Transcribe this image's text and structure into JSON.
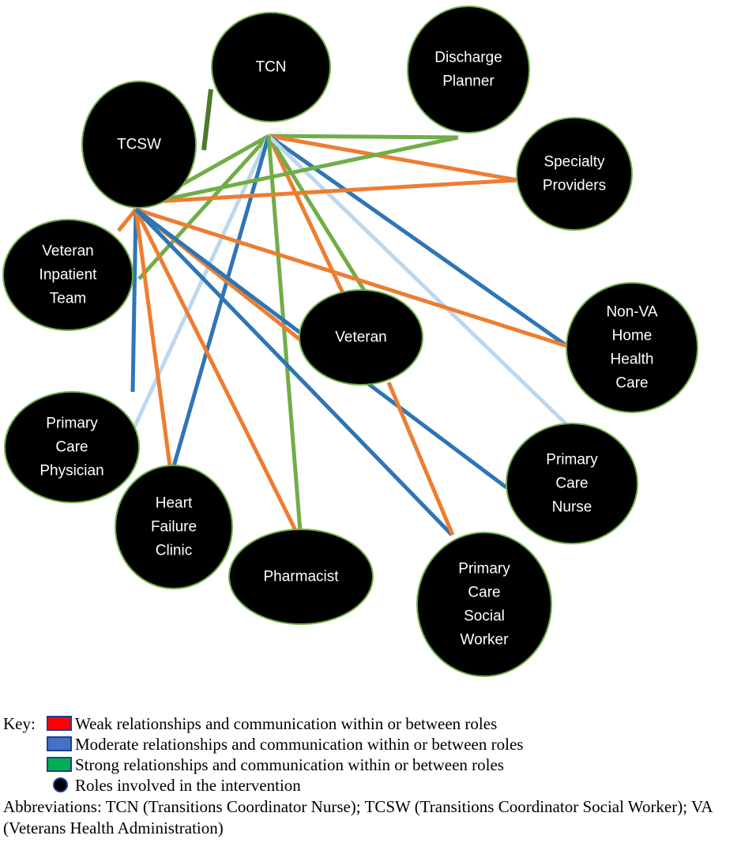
{
  "nodes": [
    {
      "id": "tcn",
      "lines": [
        "TCN"
      ]
    },
    {
      "id": "discharge",
      "lines": [
        "Discharge",
        "Planner"
      ]
    },
    {
      "id": "tcsw",
      "lines": [
        "TCSW"
      ]
    },
    {
      "id": "specialty",
      "lines": [
        "Specialty",
        "Providers"
      ]
    },
    {
      "id": "inpatient",
      "lines": [
        "Veteran",
        "Inpatient",
        "Team"
      ]
    },
    {
      "id": "veteran",
      "lines": [
        "Veteran"
      ]
    },
    {
      "id": "nonva",
      "lines": [
        "Non-VA",
        "Home",
        "Health",
        "Care"
      ]
    },
    {
      "id": "pcp",
      "lines": [
        "Primary",
        "Care",
        "Physician"
      ]
    },
    {
      "id": "pcn",
      "lines": [
        "Primary",
        "Care",
        "Nurse"
      ]
    },
    {
      "id": "hfc",
      "lines": [
        "Heart",
        "Failure",
        "Clinic"
      ]
    },
    {
      "id": "pharm",
      "lines": [
        "Pharmacist"
      ]
    },
    {
      "id": "pcsw",
      "lines": [
        "Primary",
        "Care",
        "Social",
        "Worker"
      ]
    }
  ],
  "edges": [
    {
      "from": "tcsw",
      "to": "tcn",
      "strength": "strong"
    },
    {
      "from": "tcn",
      "to": "discharge",
      "strength": "strong"
    },
    {
      "from": "tcn",
      "to": "tcsw",
      "strength": "strong"
    },
    {
      "from": "tcn",
      "to": "specialty",
      "strength": "weak"
    },
    {
      "from": "tcn",
      "to": "inpatient",
      "strength": "strong"
    },
    {
      "from": "tcn",
      "to": "veteran",
      "strength": "weak"
    },
    {
      "from": "tcn",
      "to": "veteran",
      "strength": "strong"
    },
    {
      "from": "tcn",
      "to": "nonva",
      "strength": "moderate"
    },
    {
      "from": "tcn",
      "to": "pcn",
      "strength": "faint"
    },
    {
      "from": "tcn",
      "to": "pcp",
      "strength": "faint"
    },
    {
      "from": "tcn",
      "to": "hfc",
      "strength": "moderate"
    },
    {
      "from": "tcn",
      "to": "pharm",
      "strength": "strong"
    },
    {
      "from": "tcsw",
      "to": "discharge",
      "strength": "strong"
    },
    {
      "from": "tcsw",
      "to": "specialty",
      "strength": "weak"
    },
    {
      "from": "tcsw",
      "to": "inpatient",
      "strength": "weak"
    },
    {
      "from": "tcsw",
      "to": "nonva",
      "strength": "weak"
    },
    {
      "from": "tcsw",
      "to": "veteran",
      "strength": "weak"
    },
    {
      "from": "tcsw",
      "to": "pcp",
      "strength": "moderate"
    },
    {
      "from": "tcsw",
      "to": "hfc",
      "strength": "weak"
    },
    {
      "from": "tcsw",
      "to": "pharm",
      "strength": "weak"
    },
    {
      "from": "tcsw",
      "to": "pcsw",
      "strength": "moderate"
    },
    {
      "from": "tcsw",
      "to": "pcn",
      "strength": "moderate"
    },
    {
      "from": "veteran",
      "to": "pcsw",
      "strength": "weak"
    }
  ],
  "colors": {
    "weak": "#ed7d31",
    "moderate": "#2e75b6",
    "strong": "#70ad47",
    "strong_dark": "#4a7a2a",
    "faint": "#bdd7ee",
    "node_fill": "#000000",
    "node_border": "#70ad47",
    "key_weak": "#ff0000",
    "key_moderate": "#4472c4",
    "key_strong": "#00b050"
  },
  "key": {
    "prefix": "Key:",
    "weak": "Weak relationships and communication within or between roles",
    "moderate": "Moderate relationships and communication within or between roles",
    "strong": "Strong relationships and communication within or between roles",
    "roles": "Roles involved in the intervention"
  },
  "abbreviations": "Abbreviations: TCN (Transitions Coordinator Nurse); TCSW (Transitions Coordinator Social Worker); VA (Veterans Health Administration)"
}
